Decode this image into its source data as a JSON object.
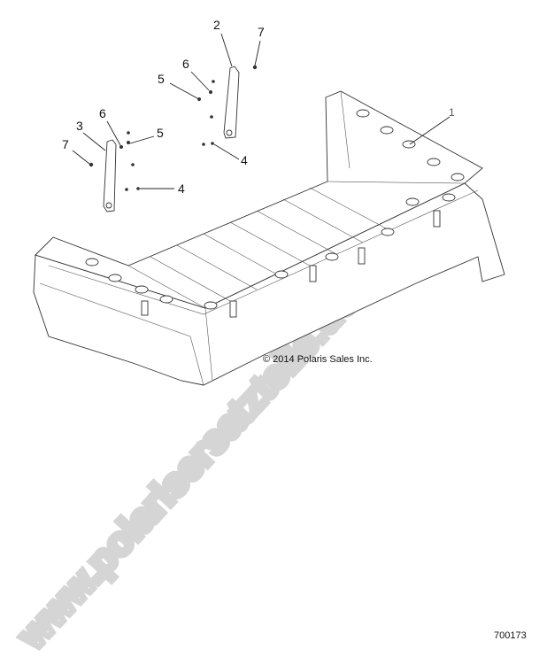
{
  "callouts": [
    {
      "id": "2",
      "text": "2"
    },
    {
      "id": "7a",
      "text": "7"
    },
    {
      "id": "6a",
      "text": "6"
    },
    {
      "id": "5a",
      "text": "5"
    },
    {
      "id": "6b",
      "text": "6"
    },
    {
      "id": "3",
      "text": "3"
    },
    {
      "id": "7b",
      "text": "7"
    },
    {
      "id": "5b",
      "text": "5"
    },
    {
      "id": "4a",
      "text": "4"
    },
    {
      "id": "4b",
      "text": "4"
    },
    {
      "id": "1",
      "text": "1"
    }
  ],
  "copyright": "© 2014 Polaris Sales Inc.",
  "part_number": "700173",
  "watermark": "www.polarisersatzteile.de"
}
